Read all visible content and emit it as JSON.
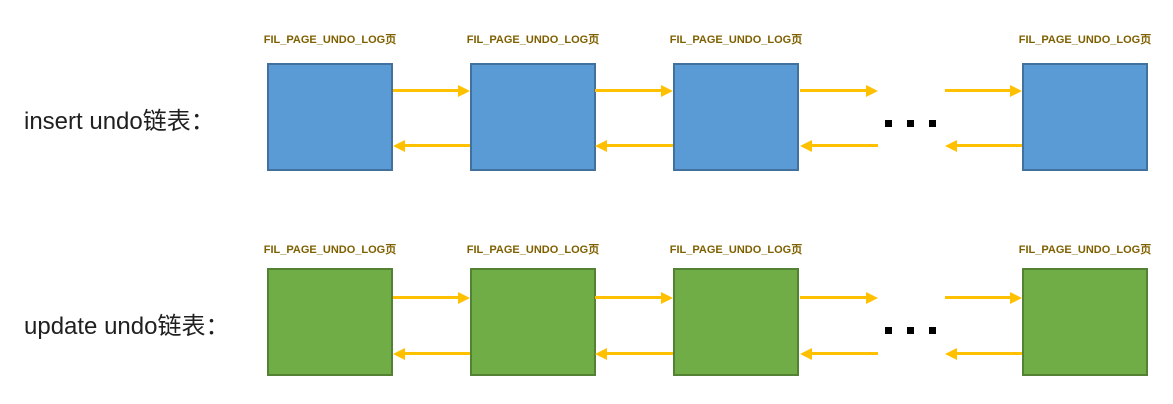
{
  "diagram": {
    "rows": [
      {
        "label": "insert undo链表：",
        "nodes": [
          "FIL_PAGE_UNDO_LOG页",
          "FIL_PAGE_UNDO_LOG页",
          "FIL_PAGE_UNDO_LOG页",
          "FIL_PAGE_UNDO_LOG页"
        ],
        "ellipsis": "…"
      },
      {
        "label": "update undo链表：",
        "nodes": [
          "FIL_PAGE_UNDO_LOG页",
          "FIL_PAGE_UNDO_LOG页",
          "FIL_PAGE_UNDO_LOG页",
          "FIL_PAGE_UNDO_LOG页"
        ],
        "ellipsis": "…"
      }
    ]
  },
  "colors": {
    "arrow": "#FFC000",
    "node_label": "#7F6000",
    "insert_fill": "#5B9BD5",
    "insert_border": "#41719C",
    "update_fill": "#70AD47",
    "update_border": "#548235",
    "label_text": "#1F1F1F"
  }
}
